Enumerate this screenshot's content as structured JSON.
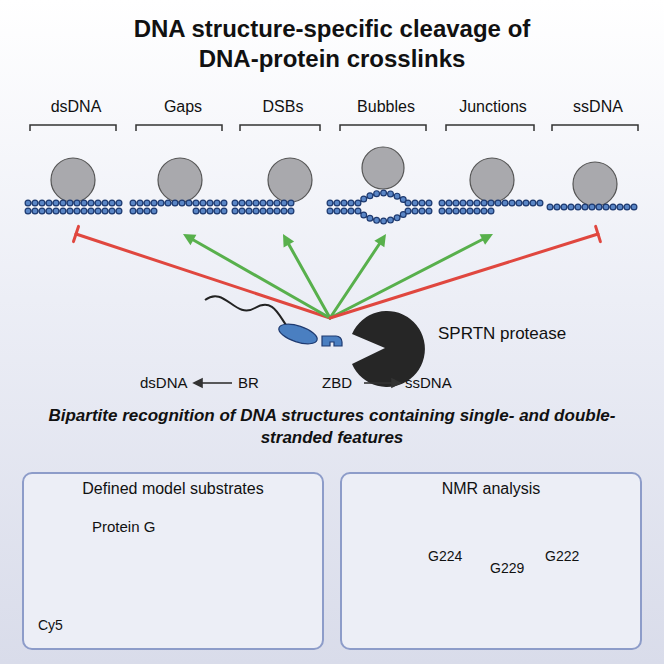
{
  "diagram": {
    "title": "DNA structure-specific cleavage of DNA-protein crosslinks",
    "nodes": [
      {
        "text": [
          "dsDNA"
        ]
      },
      {
        "text": [
          "Gaps"
        ]
      },
      {
        "text": [
          "DSBs"
        ]
      },
      {
        "text": [
          "Bubbles"
        ]
      },
      {
        "text": [
          "Junctions"
        ]
      },
      {
        "text": [
          "ssDNA"
        ]
      },
      {
        "text": [
          "SPRTN protease"
        ]
      },
      {
        "text": [
          "Defined model substrates"
        ]
      },
      {
        "text": [
          "NMR analysis"
        ]
      }
    ],
    "edges": [
      {
        "from": 6,
        "to": 0,
        "arrow": "to"
      },
      {
        "from": 6,
        "to": 1,
        "arrow": "to"
      },
      {
        "from": 6,
        "to": 2,
        "arrow": "to"
      },
      {
        "from": 6,
        "to": 3,
        "arrow": "to"
      },
      {
        "from": 6,
        "to": 4,
        "arrow": "to"
      },
      {
        "from": 6,
        "to": 5,
        "arrow": "to"
      }
    ],
    "labels": [
      "dsDNA",
      "BR",
      "ZBD",
      "ssDNA",
      "Bipartite recognition of DNA structures containing single- and double-stranded features",
      "Protein G",
      "Cy5",
      "G224",
      "G222",
      "G229"
    ]
  }
}
